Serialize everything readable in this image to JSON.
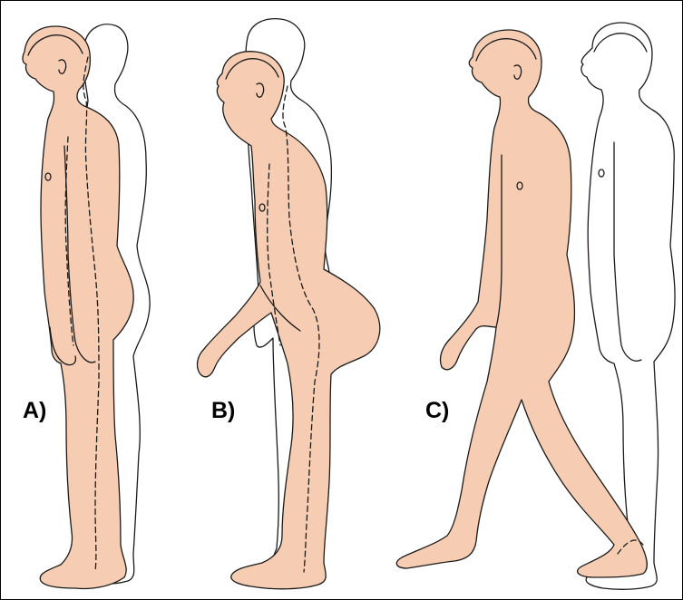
{
  "figure": {
    "panels": [
      {
        "id": "A",
        "label": "A)",
        "posture": "stooped",
        "reference": "upright"
      },
      {
        "id": "B",
        "label": "B)",
        "posture": "forward-flexed",
        "reference": "upright"
      },
      {
        "id": "C",
        "label": "C)",
        "posture": "walking",
        "reference": "upright"
      }
    ]
  },
  "colors": {
    "skin": "#f6cdb2",
    "outline": "#1a1a1a",
    "reference": "#ffffff",
    "border": "#000000"
  }
}
